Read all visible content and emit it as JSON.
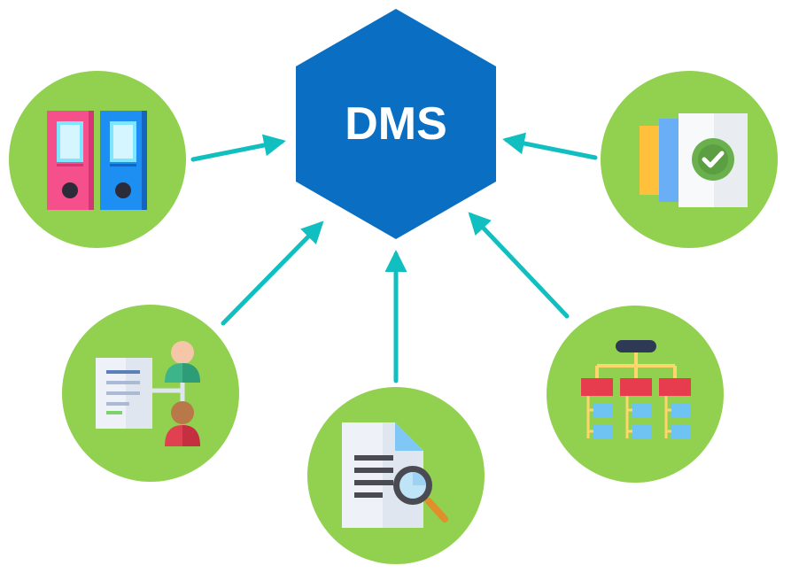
{
  "hub": {
    "label": "DMS",
    "color": "#0a6fc2",
    "text_color": "#ffffff"
  },
  "colors": {
    "node_fill": "#92d050",
    "arrow": "#12bfc0"
  },
  "nodes": [
    {
      "id": "binders",
      "icon": "binders-icon"
    },
    {
      "id": "approved-documents",
      "icon": "approved-documents-icon"
    },
    {
      "id": "document-sharing",
      "icon": "document-users-icon"
    },
    {
      "id": "document-search",
      "icon": "document-search-icon"
    },
    {
      "id": "hierarchy",
      "icon": "hierarchy-icon"
    }
  ]
}
